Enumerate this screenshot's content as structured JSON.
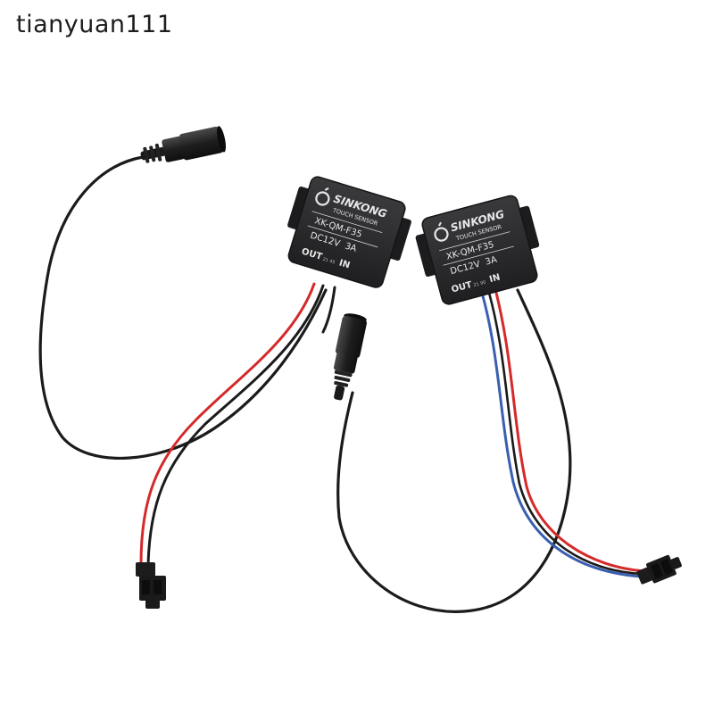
{
  "watermark": "tianyuan111",
  "sensor_left": {
    "brand": "SINKONG",
    "subtitle": "TOUCH SENSOR",
    "model": "XK-QM-F35",
    "rating": "DC12V  3A",
    "out_label": "OUT",
    "in_label": "IN",
    "tiny_code": "21 45"
  },
  "sensor_right": {
    "brand": "SINKONG",
    "subtitle": "TOUCH SENSOR",
    "model": "XK-QM-F35",
    "rating": "DC12V  3A",
    "out_label": "OUT",
    "in_label": "IN",
    "tiny_code": "21 90"
  },
  "colors": {
    "housing": "#2a2a2c",
    "label_text": "#e8e8e8",
    "wire_black": "#1b1b1b",
    "wire_red": "#d42a2a",
    "wire_blue": "#3a5fb0",
    "background": "#ffffff"
  }
}
